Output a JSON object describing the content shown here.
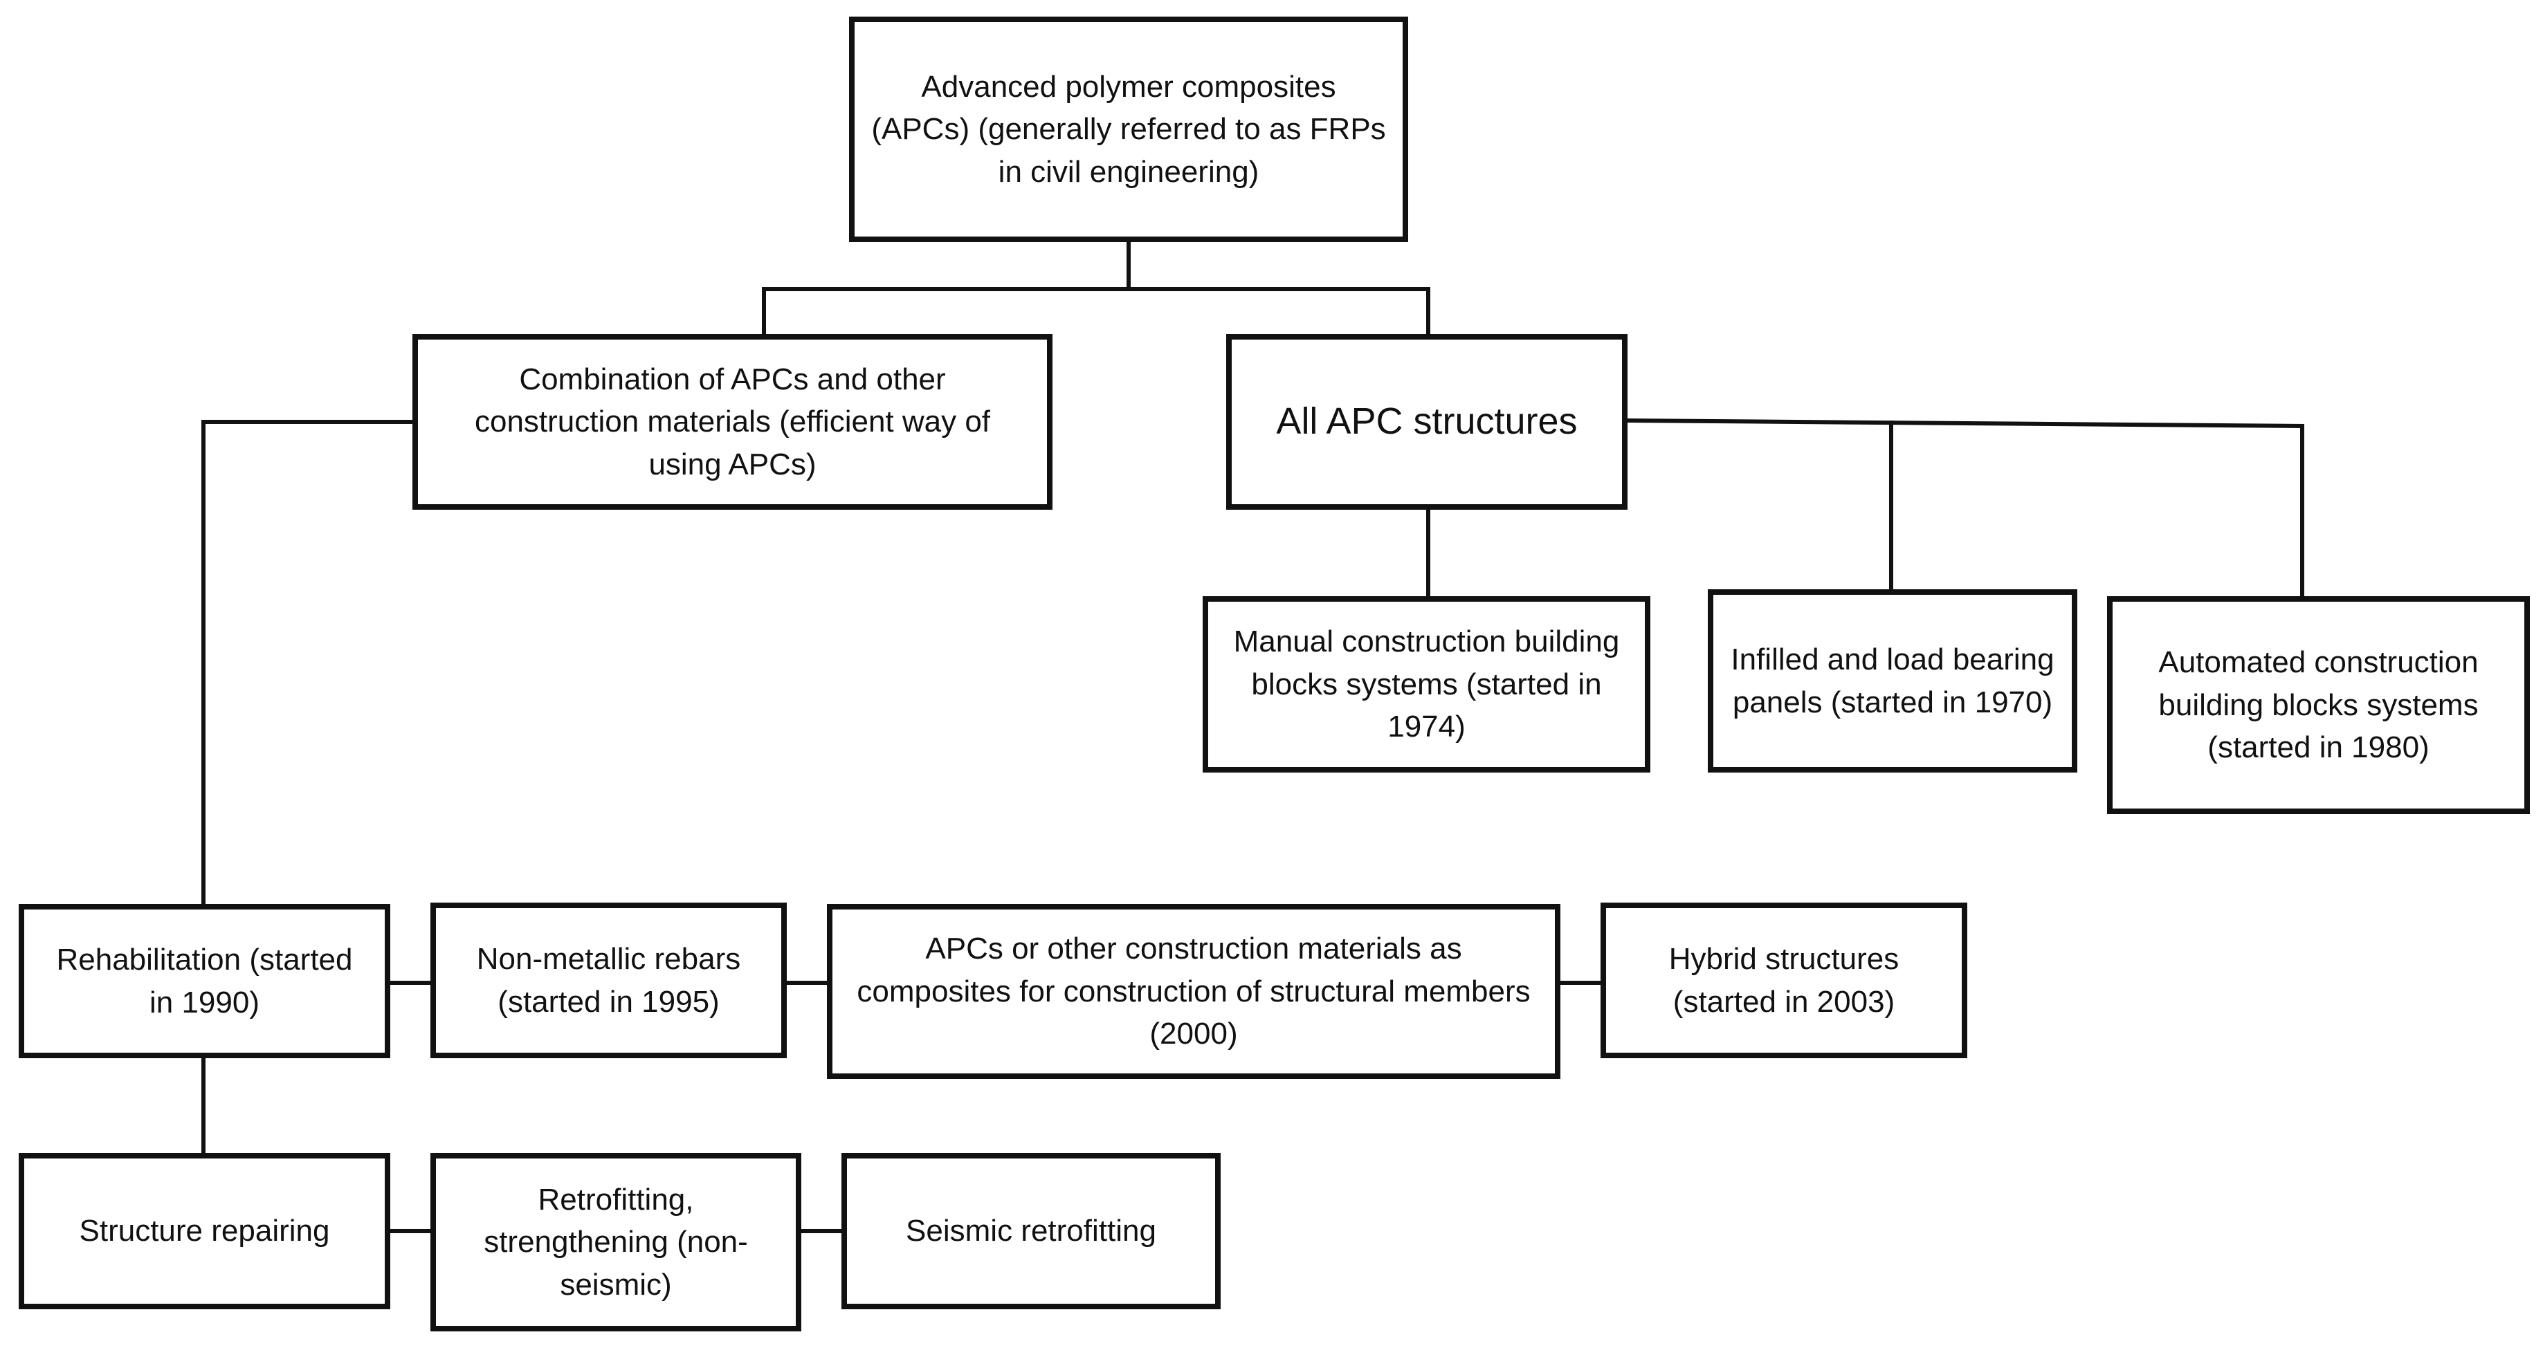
{
  "diagram": {
    "nodes": {
      "root": "Advanced polymer composites (APCs) (generally referred to as FRPs in civil engineering)",
      "combination": "Combination of APCs and other construction materials (efficient way of using APCs)",
      "all_apc": "All APC structures",
      "manual": "Manual construction building blocks systems (started in 1974)",
      "infilled": "Infilled and load bearing panels (started in 1970)",
      "automated": "Automated construction building blocks systems (started in 1980)",
      "rehabilitation": "Rehabilitation (started in 1990)",
      "rebars": "Non-metallic rebars (started in 1995)",
      "apcs_other": "APCs or other construction materials as composites for construction of structural members (2000)",
      "hybrid": "Hybrid structures (started in 2003)",
      "repairing": "Structure repairing",
      "retrofitting": "Retrofitting, strengthening (non-seismic)",
      "seismic": "Seismic retrofitting"
    },
    "colors": {
      "line": "#111111",
      "box_border": "#111111",
      "background": "#ffffff"
    }
  }
}
